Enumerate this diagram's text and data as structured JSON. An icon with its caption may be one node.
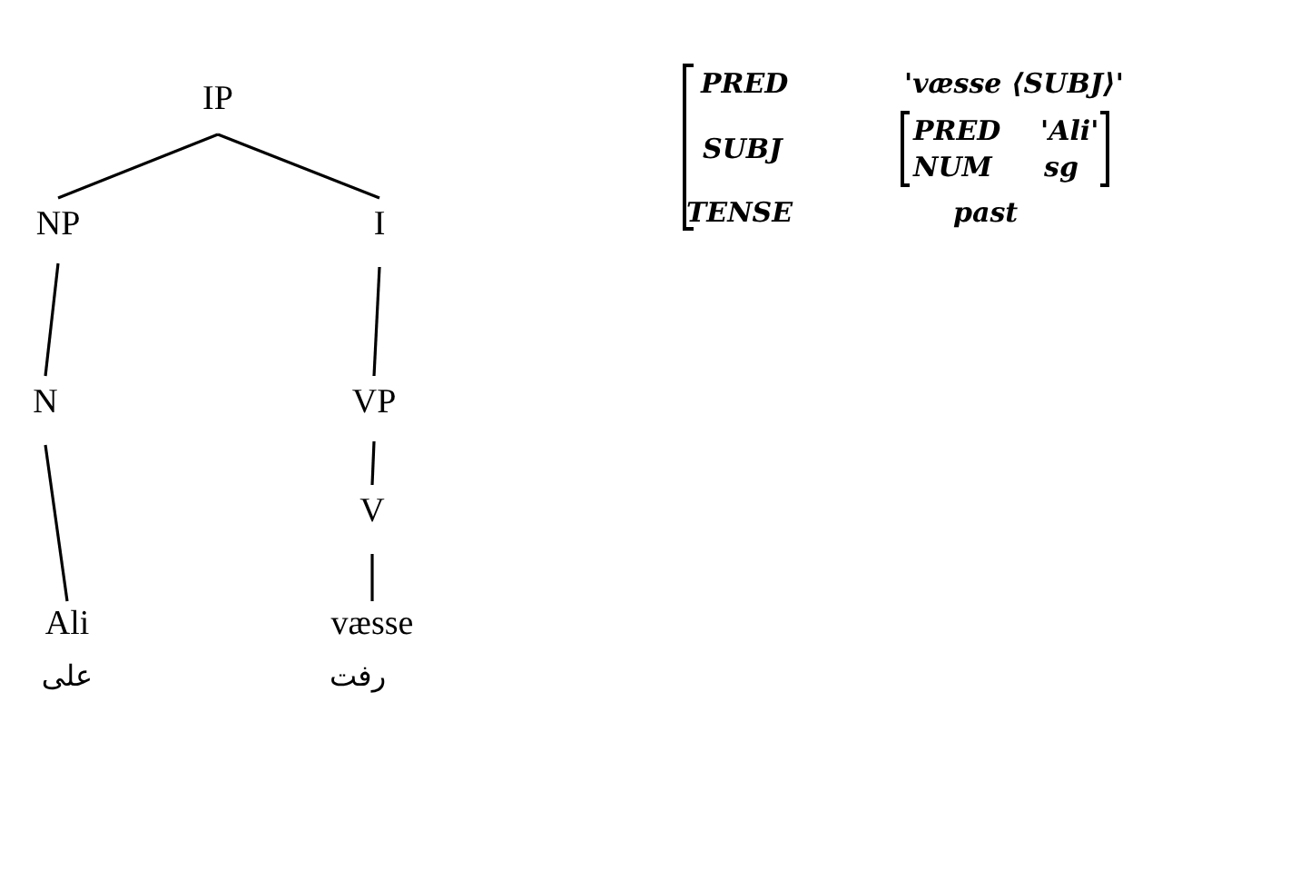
{
  "diagram": {
    "nodes": [
      {
        "text": [
          "IP"
        ]
      },
      {
        "text": [
          "NP"
        ]
      },
      {
        "text": [
          "I"
        ]
      },
      {
        "text": [
          "N"
        ]
      },
      {
        "text": [
          "VP"
        ]
      },
      {
        "text": [
          "V"
        ]
      },
      {
        "text": [
          "Ali"
        ],
        "beside": [
          "على"
        ]
      },
      {
        "text": [
          "væsse"
        ],
        "beside": [
          "رفت"
        ]
      }
    ],
    "edges": [
      {
        "from": 0,
        "to": 1,
        "arrow": "none"
      },
      {
        "from": 0,
        "to": 2,
        "arrow": "none"
      },
      {
        "from": 1,
        "to": 3,
        "arrow": "none"
      },
      {
        "from": 2,
        "to": 4,
        "arrow": "none"
      },
      {
        "from": 3,
        "to": 6,
        "arrow": "none"
      },
      {
        "from": 4,
        "to": 5,
        "arrow": "none"
      },
      {
        "from": 5,
        "to": 7,
        "arrow": "none"
      }
    ],
    "labels": [
      "PRED",
      "'væsse ⟨SUBJ⟩'",
      "SUBJ",
      "PRED",
      "'Ali'",
      "NUM",
      "sg",
      "TENSE",
      "past"
    ]
  }
}
